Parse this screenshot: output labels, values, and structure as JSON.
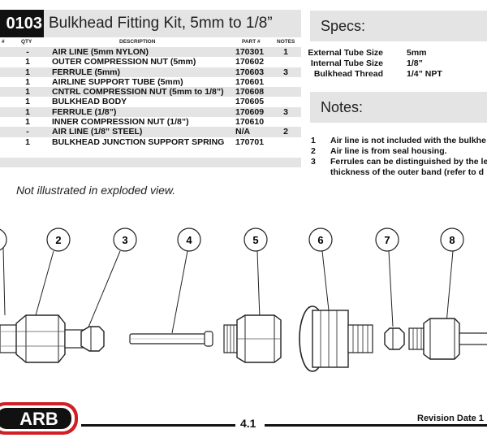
{
  "kit": {
    "part_number": "0103",
    "title": "Bulkhead Fitting Kit, 5mm to 1/8”"
  },
  "table": {
    "headers": {
      "item": "#",
      "qty": "QTY",
      "description": "DESCRIPTION",
      "part": "PART #",
      "notes": "NOTES"
    },
    "rows": [
      {
        "qty": "-",
        "description": "AIR LINE (5mm NYLON)",
        "part": "170301",
        "note": "1"
      },
      {
        "qty": "1",
        "description": "OUTER COMPRESSION NUT (5mm)",
        "part": "170602",
        "note": ""
      },
      {
        "qty": "1",
        "description": "FERRULE (5mm)",
        "part": "170603",
        "note": "3"
      },
      {
        "qty": "1",
        "description": "AIRLINE SUPPORT TUBE (5mm)",
        "part": "170601",
        "note": ""
      },
      {
        "qty": "1",
        "description": "CNTRL COMPRESSION NUT (5mm to 1/8”)",
        "part": "170608",
        "note": ""
      },
      {
        "qty": "1",
        "description": "BULKHEAD BODY",
        "part": "170605",
        "note": ""
      },
      {
        "qty": "1",
        "description": "FERRULE (1/8”)",
        "part": "170609",
        "note": "3"
      },
      {
        "qty": "1",
        "description": "INNER COMPRESSION NUT (1/8”)",
        "part": "170610",
        "note": ""
      },
      {
        "qty": "-",
        "description": "AIR LINE (1/8” STEEL)",
        "part": "N/A",
        "note": "2"
      },
      {
        "qty": "1",
        "description": "BULKHEAD JUNCTION SUPPORT SPRING",
        "part": "170701",
        "note": ""
      }
    ]
  },
  "footnote": "Not illustrated in exploded view.",
  "specs": {
    "heading": "Specs:",
    "items": [
      {
        "label": "External Tube Size",
        "value": "5mm"
      },
      {
        "label": "Internal Tube Size",
        "value": "1/8”"
      },
      {
        "label": "Bulkhead Thread",
        "value": "1/4” NPT"
      }
    ]
  },
  "notes": {
    "heading": "Notes:",
    "items": [
      {
        "num": "1",
        "text": "Air line is not included with the bulkhe"
      },
      {
        "num": "2",
        "text": "Air line is from seal housing."
      },
      {
        "num": "3",
        "text": "Ferrules can be distinguished by the le"
      },
      {
        "num": "",
        "text": "thickness of the outer band (refer to d"
      }
    ]
  },
  "callouts": [
    "2",
    "3",
    "4",
    "5",
    "6",
    "7",
    "8"
  ],
  "footer": {
    "brand": "ARB",
    "page": "4.1",
    "revision": "Revision Date 1"
  },
  "colors": {
    "logo_red": "#d21f26",
    "header_bg": "#e4e4e4",
    "dark": "#111111"
  }
}
